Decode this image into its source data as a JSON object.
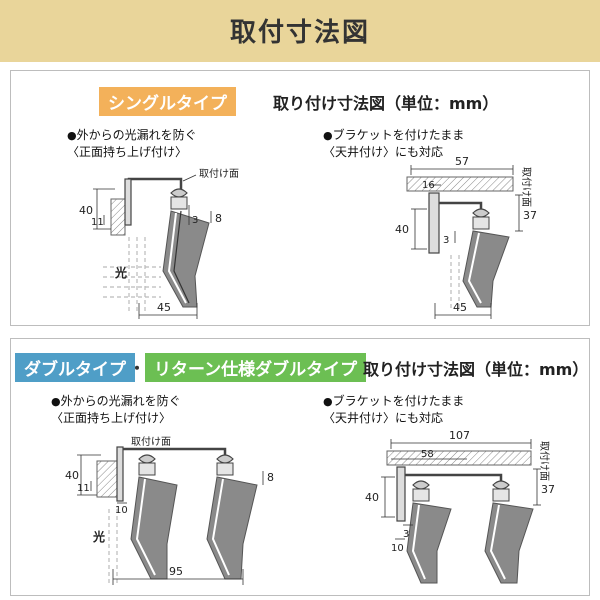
{
  "header": {
    "title": "取付寸法図"
  },
  "single": {
    "tag": "シングルタイプ",
    "heading": "取り付け寸法図（単位：mm）",
    "left": {
      "note1": "外からの光漏れを防ぐ",
      "note2": "〈正面持ち上げ付け〉",
      "mount_label": "取付け面",
      "light_label": "光",
      "dims": {
        "height": "40",
        "bracket": "11",
        "gap": "3",
        "offset": "8",
        "depth": "45"
      }
    },
    "right": {
      "note1": "ブラケットを付けたまま",
      "note2": "〈天井付け〉にも対応",
      "mount_label": "取付け面",
      "dims": {
        "width": "57",
        "inner": "16",
        "height": "40",
        "gap": "3",
        "drop": "37",
        "depth": "45"
      }
    }
  },
  "double": {
    "tag_a": "ダブルタイプ",
    "separator": "・",
    "tag_b": "リターン仕様ダブルタイプ",
    "heading": "取り付け寸法図（単位：mm）",
    "left": {
      "note1": "外からの光漏れを防ぐ",
      "note2": "〈正面持ち上げ付け〉",
      "mount_label": "取付け面",
      "light_label": "光",
      "dims": {
        "height": "40",
        "bracket": "11",
        "gap": "10",
        "offset": "8",
        "depth": "95"
      }
    },
    "right": {
      "note1": "ブラケットを付けたまま",
      "note2": "〈天井付け〉にも対応",
      "mount_label": "取付け面",
      "dims": {
        "width": "107",
        "inner": "58",
        "height": "40",
        "gap": "3",
        "drop": "37",
        "depth": "10"
      }
    }
  }
}
